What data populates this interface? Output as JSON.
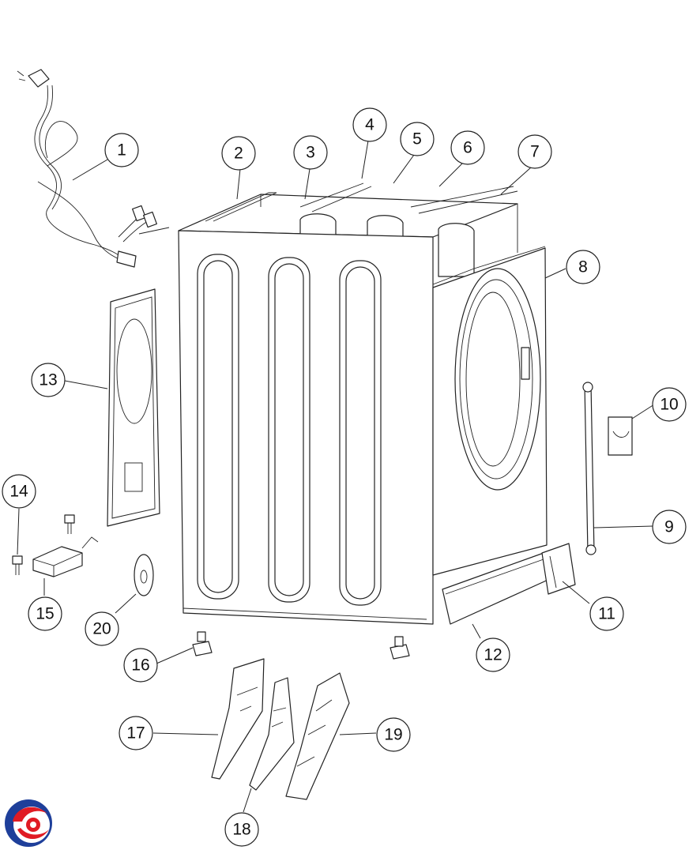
{
  "callouts": [
    "1",
    "2",
    "3",
    "4",
    "5",
    "6",
    "7",
    "8",
    "9",
    "10",
    "11",
    "12",
    "13",
    "14",
    "15",
    "16",
    "17",
    "18",
    "19",
    "20"
  ],
  "logo": {
    "name": "brand-logo",
    "colors": [
      "#1e3f9a",
      "#e01b24"
    ]
  }
}
